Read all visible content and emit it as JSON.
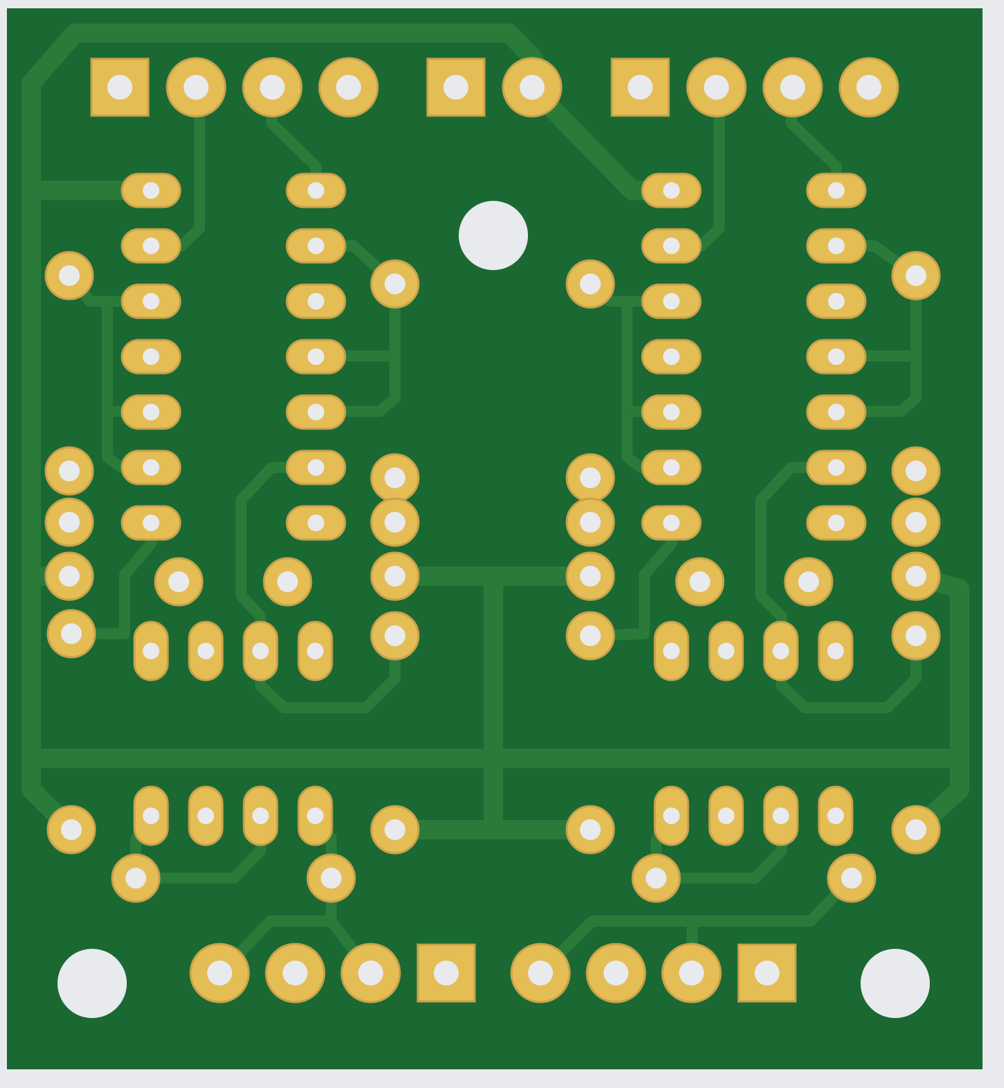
{
  "colors": {
    "background": "#e8eaed",
    "board": "#1a6832",
    "trace": "#2a7a3a",
    "copper": "#e5bd55",
    "copper_edge": "#c9a24a",
    "drill": "#e8eaed"
  },
  "board": {
    "name": "pcb-top-copper-layer",
    "layer": "top-copper"
  },
  "mounting_holes": [
    {
      "name": "mounting-hole-top-center"
    },
    {
      "name": "mounting-hole-bottom-left"
    },
    {
      "name": "mounting-hole-bottom-right"
    }
  ],
  "connectors": [
    {
      "name": "connector-top-left",
      "pins": 4,
      "shape": "square-first"
    },
    {
      "name": "connector-top-middle",
      "pins": 2,
      "shape": "square-first"
    },
    {
      "name": "connector-top-right",
      "pins": 4,
      "shape": "square-first"
    },
    {
      "name": "connector-bottom-left",
      "pins": 4,
      "shape": "square-last"
    },
    {
      "name": "connector-bottom-right",
      "pins": 4,
      "shape": "square-last"
    }
  ],
  "ic_footprints": [
    {
      "name": "ic-left",
      "package": "DIP-14",
      "pins": 14
    },
    {
      "name": "ic-right",
      "package": "DIP-14",
      "pins": 14
    }
  ],
  "pad_groups": [
    {
      "name": "sip-row-left-upper",
      "pins": 4
    },
    {
      "name": "sip-row-right-upper",
      "pins": 4
    },
    {
      "name": "sip-row-left-lower",
      "pins": 4
    },
    {
      "name": "sip-row-right-lower",
      "pins": 4
    }
  ]
}
